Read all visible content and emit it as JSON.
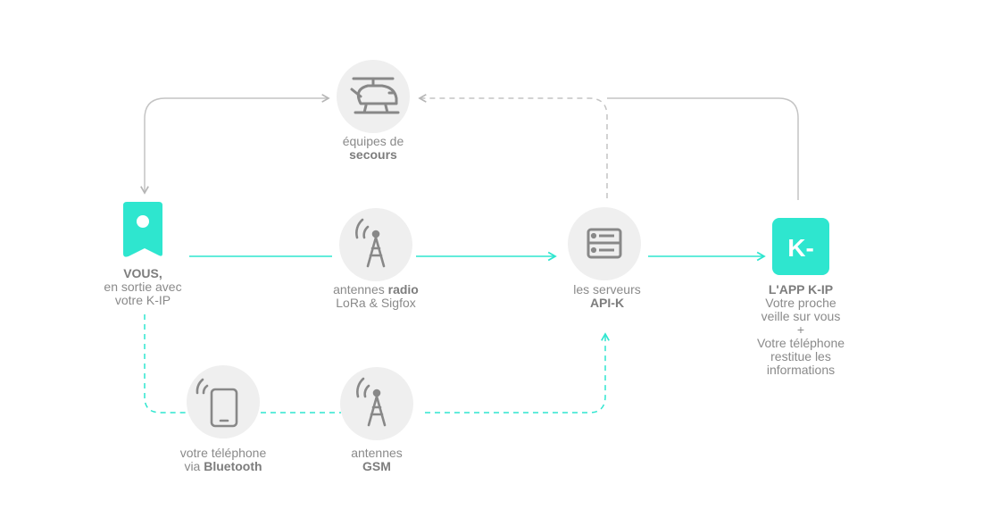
{
  "colors": {
    "accent": "#2ee6cf",
    "circle": "#efefef",
    "icon": "#888888",
    "arrow_gray": "#bdbdbd",
    "text": "#8a8a8a"
  },
  "nodes": {
    "rescue": {
      "icon": "helicopter-icon",
      "line1": "équipes de",
      "line2": "secours"
    },
    "you": {
      "icon": "tracker-device-icon",
      "line1": "VOUS,",
      "line2": "en sortie avec",
      "line3": "votre K-IP"
    },
    "antennas_radio": {
      "icon": "radio-antenna-icon",
      "pre": "antennes ",
      "bold": "radio",
      "line2": "LoRa & Sigfox"
    },
    "servers": {
      "icon": "server-icon",
      "line1": "les serveurs",
      "line2": "API-K"
    },
    "app": {
      "icon": "kip-app-icon",
      "logo_text": "K-",
      "title": "L'APP K-IP",
      "line2": "Votre proche",
      "line3": "veille sur vous",
      "line4": "+",
      "line5": "Votre téléphone",
      "line6": "restitue les",
      "line7": "informations"
    },
    "phone": {
      "icon": "smartphone-icon",
      "line1": "votre téléphone",
      "pre": "via ",
      "bold": "Bluetooth"
    },
    "antennas_gsm": {
      "icon": "gsm-antenna-icon",
      "line1": "antennes",
      "line2": "GSM"
    }
  }
}
